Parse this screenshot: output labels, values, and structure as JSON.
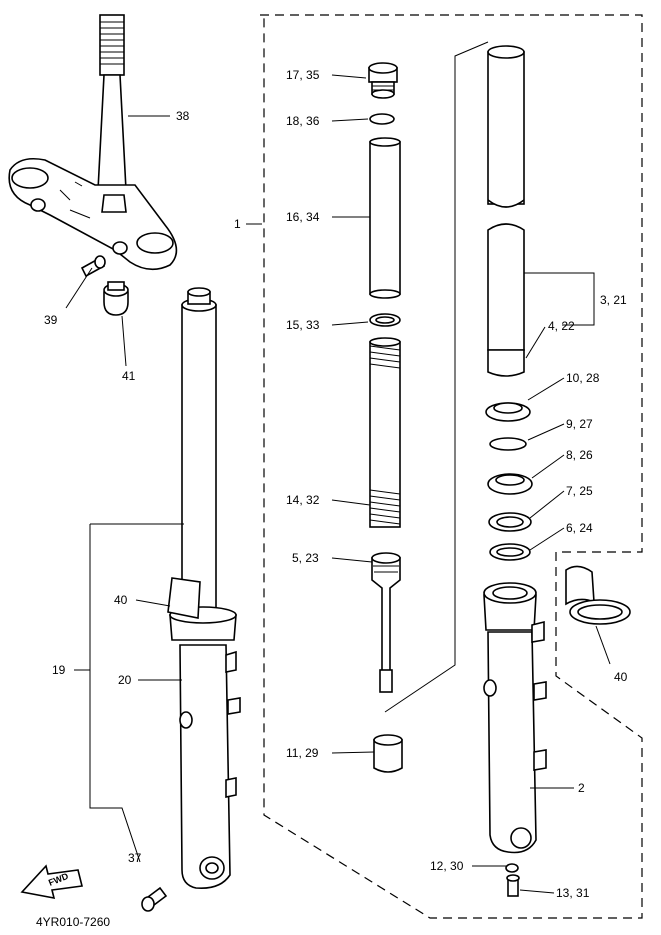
{
  "diagram_code": "4YR010-7260",
  "fwd_label": "FWD",
  "callouts": {
    "c38": "38",
    "c39": "39",
    "c41": "41",
    "c1": "1",
    "c17_35": "17, 35",
    "c18_36": "18, 36",
    "c16_34": "16, 34",
    "c15_33": "15, 33",
    "c14_32": "14, 32",
    "c5_23": "5, 23",
    "c11_29": "11, 29",
    "c3_21": "3, 21",
    "c4_22": "4, 22",
    "c10_28": "10, 28",
    "c9_27": "9, 27",
    "c8_26": "8, 26",
    "c7_25": "7, 25",
    "c6_24": "6, 24",
    "c40_left": "40",
    "c40_right": "40",
    "c19": "19",
    "c20": "20",
    "c2": "2",
    "c37": "37",
    "c12_30": "12, 30",
    "c13_31": "13, 31"
  }
}
